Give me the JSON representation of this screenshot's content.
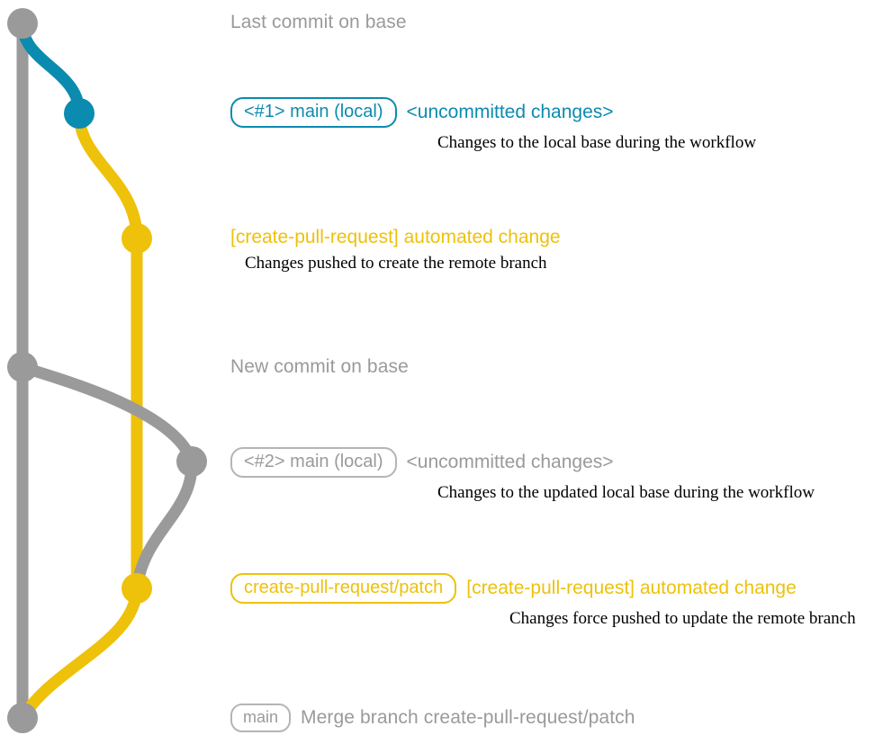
{
  "title": "git commit graph - create-pull-request workflow",
  "colors": {
    "base_gray": "#9a9a9a",
    "branch_teal": "#0c8bb0",
    "branch_yellow": "#eec10a",
    "edge_gray": "#9a9a9a",
    "background": "#ffffff"
  },
  "entries": [
    {
      "id": "last-commit-on-base",
      "node_color": "#9a9a9a",
      "badge": null,
      "subject": "Last commit on base",
      "subject_color": "#9a9a9a",
      "detail": null
    },
    {
      "id": "local-main-1",
      "node_color": "#0c8bb0",
      "badge": "<#1> main (local)",
      "badge_color": "#0c8bb0",
      "subject": "<uncommitted changes>",
      "subject_color": "#0c8bb0",
      "detail": "Changes to the local base during the workflow"
    },
    {
      "id": "automated-change-1",
      "node_color": "#eec10a",
      "badge": null,
      "subject": "[create-pull-request] automated change",
      "subject_color": "#eec10a",
      "detail": "Changes pushed to create the remote branch"
    },
    {
      "id": "new-commit-on-base",
      "node_color": "#9a9a9a",
      "badge": null,
      "subject": "New commit on base",
      "subject_color": "#9a9a9a",
      "detail": null
    },
    {
      "id": "local-main-2",
      "node_color": "#9a9a9a",
      "badge": "<#2> main (local)",
      "badge_color": "#9a9a9a",
      "subject": "<uncommitted changes>",
      "subject_color": "#9a9a9a",
      "detail": "Changes to the updated local base during the workflow"
    },
    {
      "id": "automated-change-2",
      "node_color": "#eec10a",
      "badge": "create-pull-request/patch",
      "badge_color": "#eec10a",
      "subject": "[create-pull-request] automated change",
      "subject_color": "#eec10a",
      "detail": "Changes force pushed to update the remote branch"
    },
    {
      "id": "merge-commit",
      "node_color": "#9a9a9a",
      "badge": "main",
      "badge_color": "#9a9a9a",
      "subject": "Merge branch create-pull-request/patch",
      "subject_color": "#9a9a9a",
      "detail": null
    }
  ]
}
